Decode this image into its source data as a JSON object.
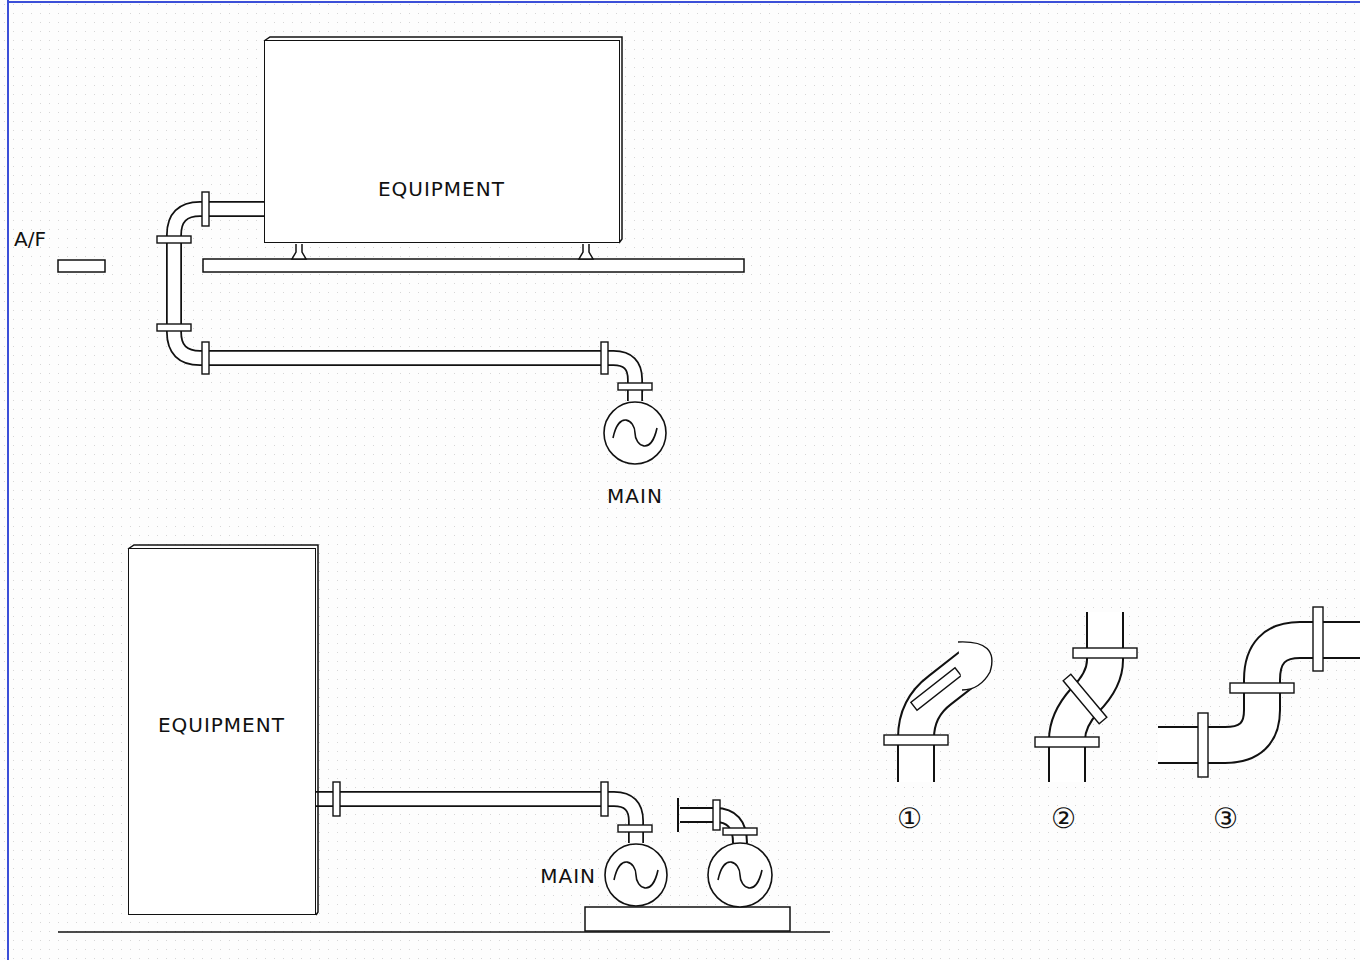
{
  "diagram": {
    "nodes": [
      {
        "text": [
          "EQUIPMENT"
        ]
      },
      {
        "text": [
          "MAIN"
        ]
      },
      {
        "text": [
          "EQUIPMENT"
        ]
      },
      {
        "text": [
          "MAIN"
        ]
      }
    ],
    "edges": [
      {
        "from": 0,
        "to": 1,
        "arrow": "none"
      },
      {
        "from": 2,
        "to": 3,
        "arrow": "none"
      }
    ],
    "labels": [
      "A/F",
      "①",
      "②",
      "③"
    ]
  }
}
